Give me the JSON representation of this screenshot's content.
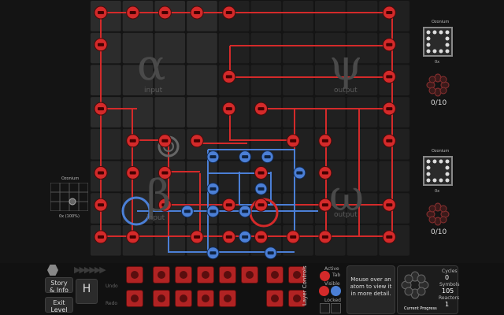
{
  "reactor_labels": {
    "alpha": {
      "symbol": "α",
      "caption": "input"
    },
    "psi": {
      "symbol": "ψ",
      "caption": "output"
    },
    "beta": {
      "symbol": "β",
      "caption": "input"
    },
    "omega": {
      "symbol": "ω",
      "caption": "output"
    }
  },
  "left_panel": {
    "title": "Ozonium",
    "count": "0x (100%)"
  },
  "right_panel": {
    "top": {
      "title": "Ozonium",
      "count": "0x",
      "progress": "0/10"
    },
    "bottom": {
      "title": "Ozonium",
      "count": "0x",
      "progress": "0/10"
    }
  },
  "menu": {
    "story": "Story\n& Info",
    "exit": "Exit\nLevel",
    "undo": "Undo",
    "redo": "Redo",
    "hydrogen": "H"
  },
  "layer_controls": {
    "title": "Layer Controls",
    "active": "Active",
    "tab": "Tab",
    "visible": "Visible",
    "locked": "Locked"
  },
  "info_text": "Mouse over an atom to view it in more detail.",
  "stats": {
    "cycles_label": "Cycles",
    "cycles": "0",
    "symbols_label": "Symbols",
    "symbols": "105",
    "reactors_label": "Reactors",
    "reactors": "1",
    "progress_label": "Current Progress"
  },
  "colors": {
    "red": "#d42a2a",
    "blue": "#4b7fd6",
    "bg": "#141414"
  }
}
